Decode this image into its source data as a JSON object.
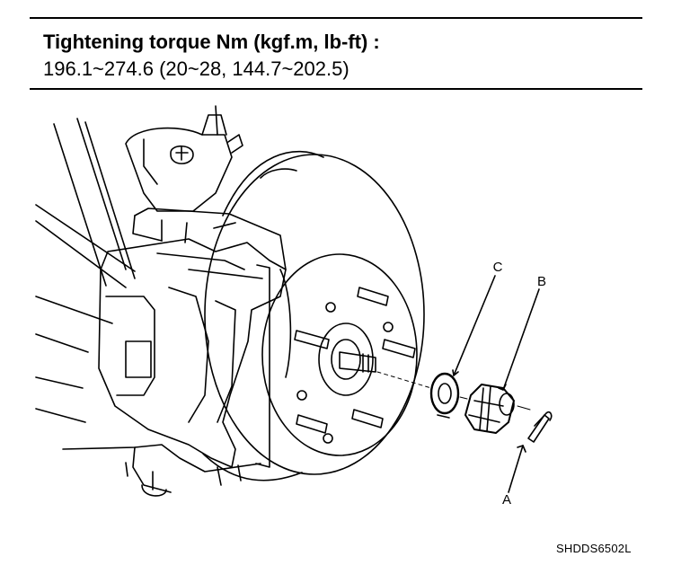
{
  "header": {
    "title": "Tightening torque Nm (kgf.m, lb-ft) :",
    "value": "196.1~274.6 (20~28, 144.7~202.5)"
  },
  "callouts": {
    "a": "A",
    "b": "B",
    "c": "C"
  },
  "figure_code": "SHDDS6502L"
}
